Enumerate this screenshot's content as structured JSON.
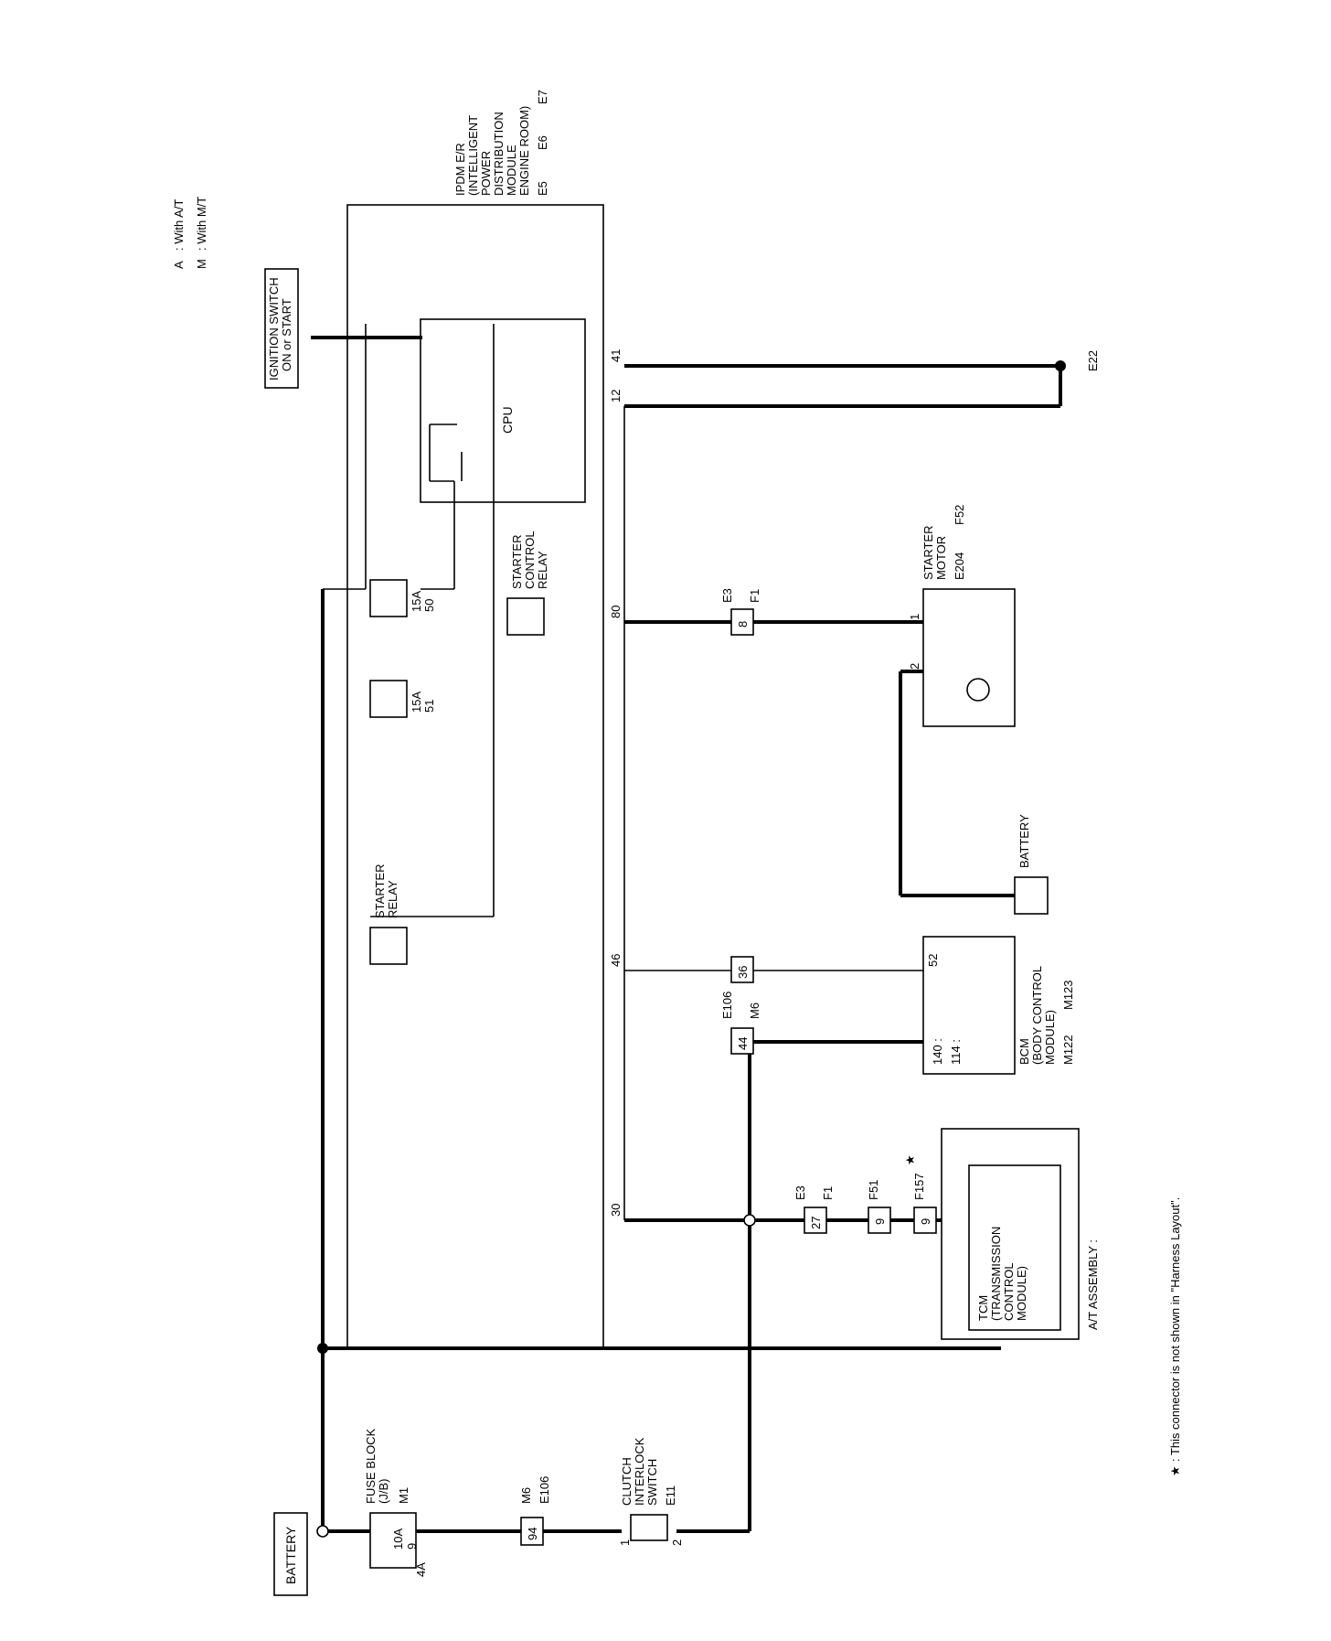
{
  "legend": {
    "a_tag": "A",
    "a_text": ": With A/T",
    "m_tag": "M",
    "m_text": ": With M/T"
  },
  "components": {
    "ipdm_label": [
      "IPDM E/R",
      "(INTELLIGENT",
      "POWER",
      "DISTRIBUTION",
      "MODULE",
      "ENGINE ROOM)"
    ],
    "ipdm_connectors": [
      "E5",
      "E6",
      "E7"
    ],
    "ignition_switch": [
      "IGNITION SWITCH",
      "ON or START"
    ],
    "cpu": "CPU",
    "starter_control_relay": [
      "STARTER",
      "CONTROL",
      "RELAY"
    ],
    "starter_relay": [
      "STARTER",
      "RELAY"
    ],
    "starter_motor": [
      "STARTER",
      "MOTOR"
    ],
    "starter_motor_connectors": [
      "E204",
      "F52"
    ],
    "battery_ground": "BATTERY",
    "battery_main": "BATTERY",
    "fuse_block": [
      "FUSE BLOCK",
      "(J/B)"
    ],
    "fuse_block_connector": "M1",
    "clutch_switch": [
      "CLUTCH",
      "INTERLOCK",
      "SWITCH"
    ],
    "clutch_switch_connector": "E11",
    "bcm": [
      "BCM",
      "(BODY CONTROL",
      "MODULE)"
    ],
    "bcm_connectors": [
      "M122",
      "M123"
    ],
    "tcm": [
      "TCM",
      "(TRANSMISSION",
      "CONTROL",
      "MODULE)"
    ],
    "at_assembly": "A/T ASSEMBLY :",
    "ground": "E22"
  },
  "fuses": {
    "f15a_51": {
      "amp": "15A",
      "num": "51"
    },
    "f15a_50": {
      "amp": "15A",
      "num": "50"
    },
    "f10a_9": {
      "amp": "10A",
      "num": "9"
    }
  },
  "terminals": {
    "t41": "41",
    "t12": "12",
    "t80": "80",
    "t46": "46",
    "t30": "30",
    "sm1": "1",
    "sm2": "2",
    "bcm52": "52",
    "bcm140": "140 :",
    "bcm114": "114 :",
    "cis1": "1",
    "cis2": "2",
    "fb4a": "4A"
  },
  "connectors": {
    "c8": "8",
    "c36": "36",
    "c44": "44",
    "c27": "27",
    "c9a": "9",
    "c9b": "9",
    "c94": "94",
    "e3_a": "E3",
    "f1_a": "F1",
    "e106_a": "E106",
    "m6_a": "M6",
    "e3_b": "E3",
    "f1_b": "F1",
    "f51": "F51",
    "f157": "F157",
    "m6_b": "M6",
    "e106_b": "E106"
  },
  "note": ": This connector is not shown in \"Harness Layout\".",
  "note_star": "★",
  "star_mark": "★",
  "colors": {
    "ink": "#000000",
    "paper": "#ffffff"
  }
}
